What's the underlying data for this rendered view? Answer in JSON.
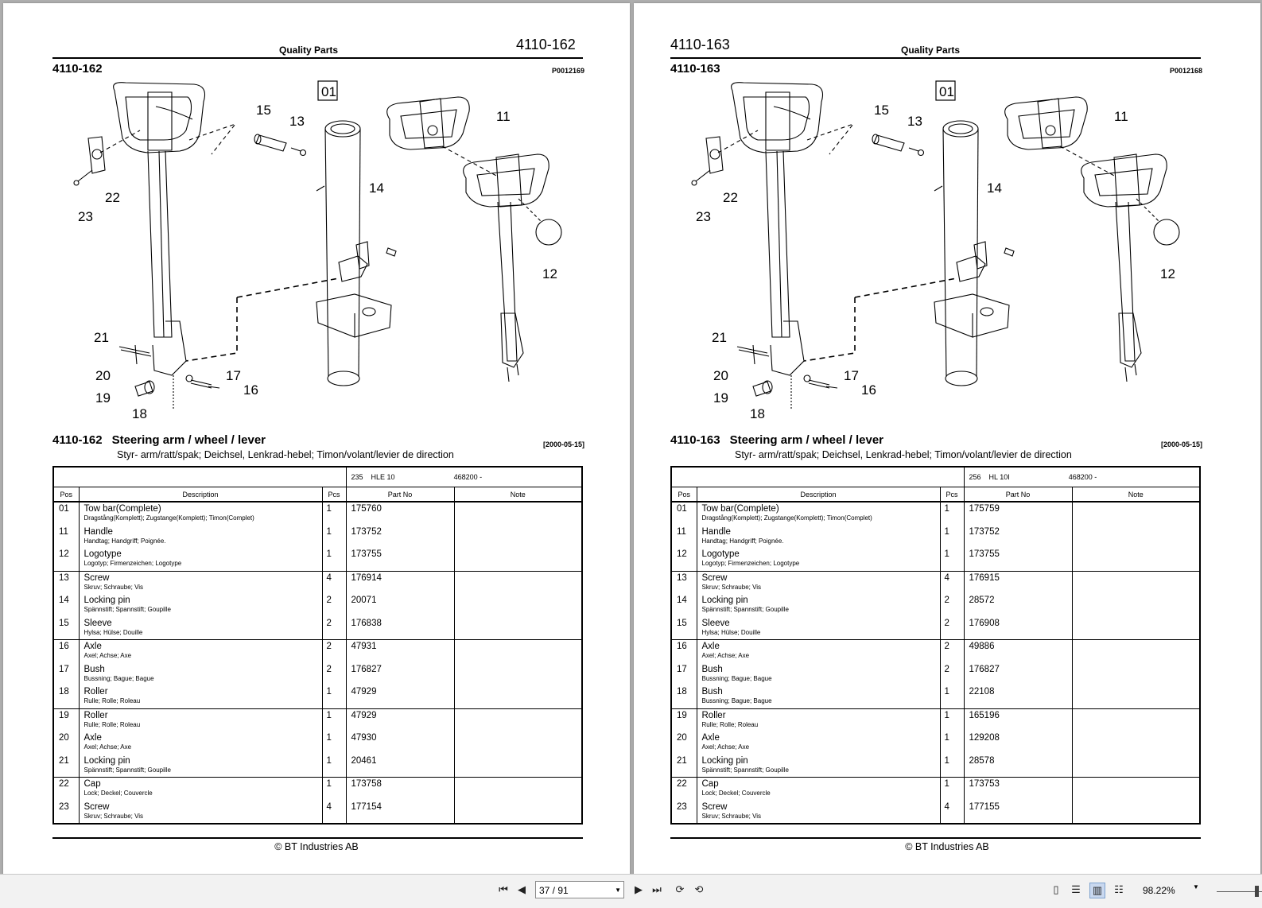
{
  "footer": "© BT Industries AB",
  "pages": [
    {
      "header_center": "Quality Parts",
      "header_number": "4110-162",
      "title_number": "4110-162",
      "image_id": "P0012169",
      "callout_box": "01",
      "callouts": [
        "15",
        "13",
        "11",
        "14",
        "22",
        "23",
        "12",
        "21",
        "20",
        "17",
        "16",
        "19",
        "18"
      ],
      "section_number": "4110-162",
      "section_title": "Steering arm / wheel / lever",
      "section_date": "[2000-05-15]",
      "subtitle": "Styr- arm/ratt/spak; Deichsel, Lenkrad-hebel; Timon/volant/levier de direction",
      "model_code": "235",
      "model_name": "HLE 10",
      "serial": "468200 -",
      "columns": [
        "Pos",
        "Description",
        "Pcs",
        "Part No",
        "Note"
      ],
      "rows": [
        {
          "pos": "01",
          "name": "Tow bar(Complete)",
          "sub": "Dragstång(Komplett); Zugstange(Komplett); Timon(Complet)",
          "pcs": "1",
          "part": "175760",
          "note": ""
        },
        {
          "pos": "11",
          "name": "Handle",
          "sub": "Handtag; Handgriff; Poignée.",
          "pcs": "1",
          "part": "173752",
          "note": ""
        },
        {
          "pos": "12",
          "name": "Logotype",
          "sub": "Logotyp; Firmenzeichen; Logotype",
          "pcs": "1",
          "part": "173755",
          "note": ""
        },
        {
          "pos": "13",
          "name": "Screw",
          "sub": "Skruv; Schraube; Vis",
          "pcs": "4",
          "part": "176914",
          "note": ""
        },
        {
          "pos": "14",
          "name": "Locking pin",
          "sub": "Spännstift; Spannstift; Goupille",
          "pcs": "2",
          "part": "20071",
          "note": ""
        },
        {
          "pos": "15",
          "name": "Sleeve",
          "sub": "Hylsa; Hülse; Douille",
          "pcs": "2",
          "part": "176838",
          "note": ""
        },
        {
          "pos": "16",
          "name": "Axle",
          "sub": "Axel; Achse; Axe",
          "pcs": "2",
          "part": "47931",
          "note": ""
        },
        {
          "pos": "17",
          "name": "Bush",
          "sub": "Bussning; Bague; Bague",
          "pcs": "2",
          "part": "176827",
          "note": ""
        },
        {
          "pos": "18",
          "name": "Roller",
          "sub": "Rulle; Rolle; Roleau",
          "pcs": "1",
          "part": "47929",
          "note": ""
        },
        {
          "pos": "19",
          "name": "Roller",
          "sub": "Rulle; Rolle; Roleau",
          "pcs": "1",
          "part": "47929",
          "note": ""
        },
        {
          "pos": "20",
          "name": "Axle",
          "sub": "Axel; Achse; Axe",
          "pcs": "1",
          "part": "47930",
          "note": ""
        },
        {
          "pos": "21",
          "name": "Locking pin",
          "sub": "Spännstift; Spannstift; Goupille",
          "pcs": "1",
          "part": "20461",
          "note": ""
        },
        {
          "pos": "22",
          "name": "Cap",
          "sub": "Lock; Deckel; Couvercle",
          "pcs": "1",
          "part": "173758",
          "note": ""
        },
        {
          "pos": "23",
          "name": "Screw",
          "sub": "Skruv; Schraube; Vis",
          "pcs": "4",
          "part": "177154",
          "note": ""
        }
      ]
    },
    {
      "header_center": "Quality Parts",
      "header_number": "4110-163",
      "title_number": "4110-163",
      "image_id": "P0012168",
      "callout_box": "01",
      "callouts": [
        "15",
        "13",
        "11",
        "14",
        "22",
        "23",
        "12",
        "21",
        "20",
        "17",
        "16",
        "19",
        "18"
      ],
      "section_number": "4110-163",
      "section_title": "Steering arm / wheel / lever",
      "section_date": "[2000-05-15]",
      "subtitle": "Styr- arm/ratt/spak; Deichsel, Lenkrad-hebel; Timon/volant/levier de direction",
      "model_code": "256",
      "model_name": "HL 10I",
      "serial": "468200 -",
      "columns": [
        "Pos",
        "Description",
        "Pcs",
        "Part No",
        "Note"
      ],
      "rows": [
        {
          "pos": "01",
          "name": "Tow bar(Complete)",
          "sub": "Dragstång(Komplett); Zugstange(Komplett); Timon(Complet)",
          "pcs": "1",
          "part": "175759",
          "note": ""
        },
        {
          "pos": "11",
          "name": "Handle",
          "sub": "Handtag; Handgriff; Poignée.",
          "pcs": "1",
          "part": "173752",
          "note": ""
        },
        {
          "pos": "12",
          "name": "Logotype",
          "sub": "Logotyp; Firmenzeichen; Logotype",
          "pcs": "1",
          "part": "173755",
          "note": ""
        },
        {
          "pos": "13",
          "name": "Screw",
          "sub": "Skruv; Schraube; Vis",
          "pcs": "4",
          "part": "176915",
          "note": ""
        },
        {
          "pos": "14",
          "name": "Locking pin",
          "sub": "Spännstift; Spannstift; Goupille",
          "pcs": "2",
          "part": "28572",
          "note": ""
        },
        {
          "pos": "15",
          "name": "Sleeve",
          "sub": "Hylsa; Hülse; Douille",
          "pcs": "2",
          "part": "176908",
          "note": ""
        },
        {
          "pos": "16",
          "name": "Axle",
          "sub": "Axel; Achse; Axe",
          "pcs": "2",
          "part": "49886",
          "note": ""
        },
        {
          "pos": "17",
          "name": "Bush",
          "sub": "Bussning; Bague; Bague",
          "pcs": "2",
          "part": "176827",
          "note": ""
        },
        {
          "pos": "18",
          "name": "Bush",
          "sub": "Bussning; Bague; Bague",
          "pcs": "1",
          "part": "22108",
          "note": ""
        },
        {
          "pos": "19",
          "name": "Roller",
          "sub": "Rulle; Rolle; Roleau",
          "pcs": "1",
          "part": "165196",
          "note": ""
        },
        {
          "pos": "20",
          "name": "Axle",
          "sub": "Axel; Achse; Axe",
          "pcs": "1",
          "part": "129208",
          "note": ""
        },
        {
          "pos": "21",
          "name": "Locking pin",
          "sub": "Spännstift; Spannstift; Goupille",
          "pcs": "1",
          "part": "28578",
          "note": ""
        },
        {
          "pos": "22",
          "name": "Cap",
          "sub": "Lock; Deckel; Couvercle",
          "pcs": "1",
          "part": "173753",
          "note": ""
        },
        {
          "pos": "23",
          "name": "Screw",
          "sub": "Skruv; Schraube; Vis",
          "pcs": "4",
          "part": "177155",
          "note": ""
        }
      ]
    }
  ],
  "toolbar": {
    "page_indicator": "37 / 91",
    "zoom": "98.22%",
    "icons": [
      "first-page-icon",
      "prev-page-icon",
      "next-page-icon",
      "last-page-icon",
      "rotate-cw-icon",
      "rotate-ccw-icon",
      "single-page-view-icon",
      "continuous-view-icon",
      "two-page-view-icon",
      "two-page-continuous-view-icon"
    ]
  }
}
